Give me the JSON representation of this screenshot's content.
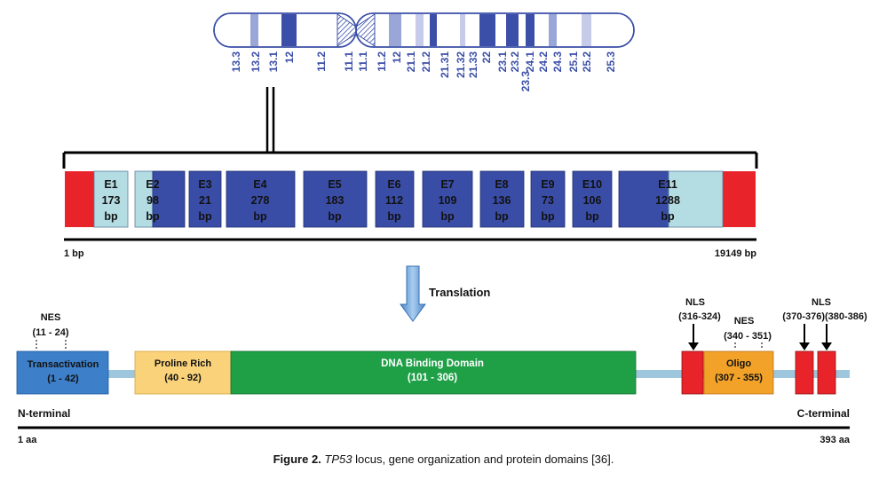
{
  "chromosome": {
    "band_labels": [
      "13.3",
      "13.2",
      "13.1",
      "12",
      "11.2",
      "11.1",
      "11.1",
      "11.2",
      "12",
      "21.1",
      "21.2",
      "21.31",
      "21.32",
      "21.33",
      "22",
      "23.1",
      "23.2",
      "23.3",
      "24.1",
      "24.2",
      "24.3",
      "25.1",
      "25.2",
      "25.3"
    ]
  },
  "gene": {
    "exons": [
      {
        "name": "E1",
        "len": "173",
        "unit": "bp"
      },
      {
        "name": "E2",
        "len": "98",
        "unit": "bp"
      },
      {
        "name": "E3",
        "len": "21",
        "unit": "bp"
      },
      {
        "name": "E4",
        "len": "278",
        "unit": "bp"
      },
      {
        "name": "E5",
        "len": "183",
        "unit": "bp"
      },
      {
        "name": "E6",
        "len": "112",
        "unit": "bp"
      },
      {
        "name": "E7",
        "len": "109",
        "unit": "bp"
      },
      {
        "name": "E8",
        "len": "136",
        "unit": "bp"
      },
      {
        "name": "E9",
        "len": "73",
        "unit": "bp"
      },
      {
        "name": "E10",
        "len": "106",
        "unit": "bp"
      },
      {
        "name": "E11",
        "len": "1288",
        "unit": "bp"
      }
    ],
    "start_label": "1 bp",
    "end_label": "19149 bp"
  },
  "arrow": {
    "label": "Translation"
  },
  "protein": {
    "domains": [
      {
        "name": "Transactivation",
        "range": "(1 - 42)",
        "color": "#3d7fc9"
      },
      {
        "name": "Proline Rich",
        "range": "(40 - 92)",
        "color": "#fad27a"
      },
      {
        "name": "DNA Binding Domain",
        "range": "(101 - 306)",
        "color": "#1fa047"
      },
      {
        "name": "Oligo",
        "range": "(307 - 355)",
        "color": "#f2a229"
      }
    ],
    "nes1": {
      "label": "NES",
      "range": "(11 - 24)"
    },
    "nes2": {
      "label": "NES",
      "range": "(340 - 351)"
    },
    "nls1": {
      "label": "NLS",
      "range": "(316-324)"
    },
    "nls2": {
      "label": "NLS",
      "range": "(370-376)(380-386)"
    },
    "n_terminal": "N-terminal",
    "c_terminal": "C-terminal",
    "start_label": "1 aa",
    "end_label": "393 aa"
  },
  "caption": {
    "prefix": "Figure 2.",
    "italic": "TP53",
    "rest": " locus, gene organization and protein domains [36]."
  }
}
